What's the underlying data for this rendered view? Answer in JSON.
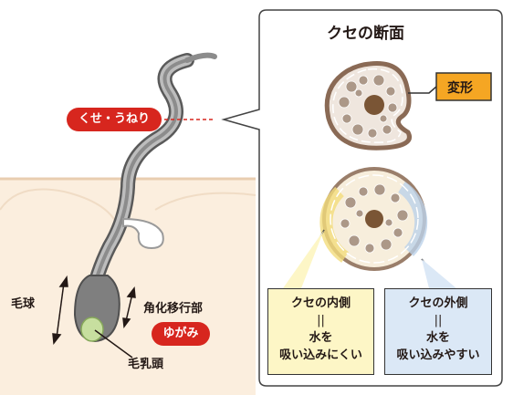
{
  "panel": {
    "title": "クセの断面"
  },
  "tags": {
    "curl": "くせ・うねり",
    "distortion": "ゆがみ"
  },
  "cross_section": {
    "deform_label": "変形",
    "inner_box": {
      "title": "クセの内側",
      "separator": "||",
      "line1": "水を",
      "line2": "吸い込みにくい"
    },
    "outer_box": {
      "title": "クセの外側",
      "separator": "||",
      "line1": "水を",
      "line2": "吸い込みやすい"
    }
  },
  "hair_labels": {
    "hair_bulb": "毛球",
    "keratinization": "角化移行部",
    "papilla": "毛乳頭"
  },
  "colors": {
    "red_tag": "#d7261e",
    "callout_orange": "#f5a623",
    "inner_yellow": "#fdf6c6",
    "outer_blue": "#dbe8f6",
    "skin": "#fbeede",
    "hair_gray": "#8c8c8c",
    "cortex_brown": "#9c8370",
    "papilla_green": "#c7df9f"
  }
}
